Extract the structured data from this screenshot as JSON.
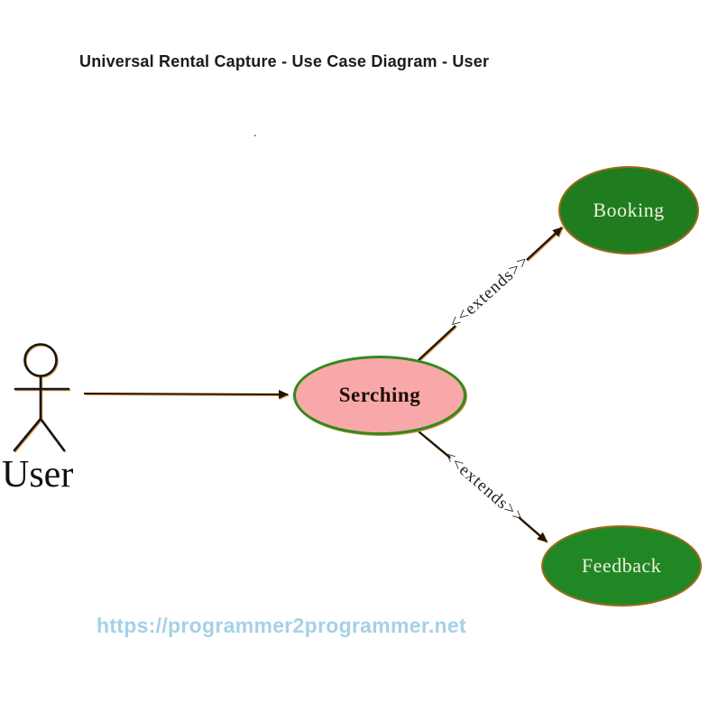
{
  "diagram": {
    "title": "Universal Rental Capture - Use Case Diagram - User",
    "stray_dot": ".",
    "actor": {
      "name": "User"
    },
    "use_cases": {
      "serching": {
        "label": "Serching",
        "fill": "#f8a8a8",
        "border": "#2f8a1d",
        "text_color": "#1d0f06"
      },
      "booking": {
        "label": "Booking",
        "fill": "#1f7d1f",
        "border": "#a2691c",
        "text_color": "#f0efe0"
      },
      "feedback": {
        "label": "Feedback",
        "fill": "#208724",
        "border": "#a2691c",
        "text_color": "#f0efe0"
      }
    },
    "relations": {
      "user_to_serching": {
        "from": "User",
        "to": "Serching",
        "label": ""
      },
      "serching_to_booking": {
        "from": "Serching",
        "to": "Booking",
        "label": "<<extends>>"
      },
      "serching_to_feedback": {
        "from": "Serching",
        "to": "Feedback",
        "label": "<<extends>>"
      }
    },
    "watermark": "https://programmer2programmer.net",
    "colors": {
      "line": "#241503",
      "line_shadow": "#e09a4a",
      "title_text": "#1b1b1b",
      "watermark_text": "#a4d1e8",
      "background": "#ffffff"
    }
  }
}
